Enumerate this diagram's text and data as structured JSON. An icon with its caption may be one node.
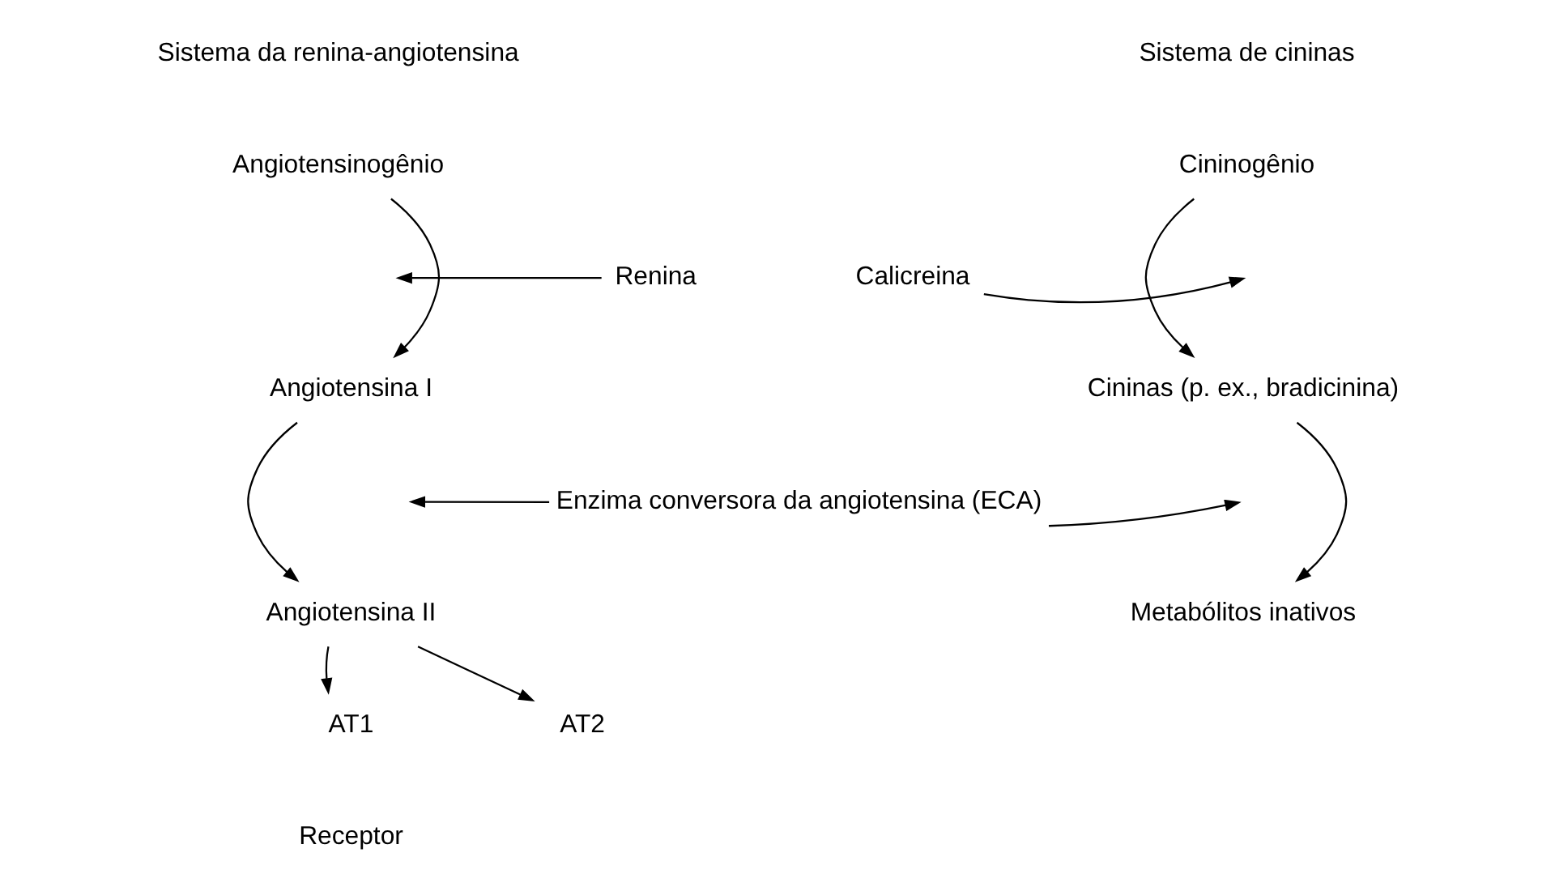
{
  "diagram": {
    "nodes": [
      {
        "text": [
          "Angiotensinogênio"
        ]
      },
      {
        "text": [
          "Angiotensina I"
        ]
      },
      {
        "text": [
          "Angiotensina II"
        ]
      },
      {
        "text": [
          "AT1"
        ]
      },
      {
        "text": [
          "AT2"
        ]
      },
      {
        "text": [
          "Renina"
        ]
      },
      {
        "text": [
          "Calicreina"
        ]
      },
      {
        "text": [
          "Cininogênio"
        ]
      },
      {
        "text": [
          "Cininas (p. ex., bradicinina)"
        ]
      },
      {
        "text": [
          "Enzima conversora da angiotensina (ECA)"
        ]
      },
      {
        "text": [
          "Metabólitos inativos"
        ]
      }
    ],
    "edges": [
      {
        "from": 0,
        "to": 1,
        "arrow": "to"
      },
      {
        "from": 1,
        "to": 2,
        "arrow": "to"
      },
      {
        "from": 2,
        "to": 3,
        "arrow": "to"
      },
      {
        "from": 2,
        "to": 4,
        "arrow": "to"
      },
      {
        "from": 5,
        "to": null,
        "arrow": "to"
      },
      {
        "from": 6,
        "to": null,
        "arrow": "to"
      },
      {
        "from": 7,
        "to": 8,
        "arrow": "to"
      },
      {
        "from": 8,
        "to": 10,
        "arrow": "to"
      },
      {
        "from": 9,
        "to": null,
        "arrow": "to"
      },
      {
        "from": 9,
        "to": null,
        "arrow": "to"
      }
    ],
    "labels": [
      "Sistema da renina-angiotensina",
      "Sistema de cininas",
      "Receptor"
    ]
  }
}
